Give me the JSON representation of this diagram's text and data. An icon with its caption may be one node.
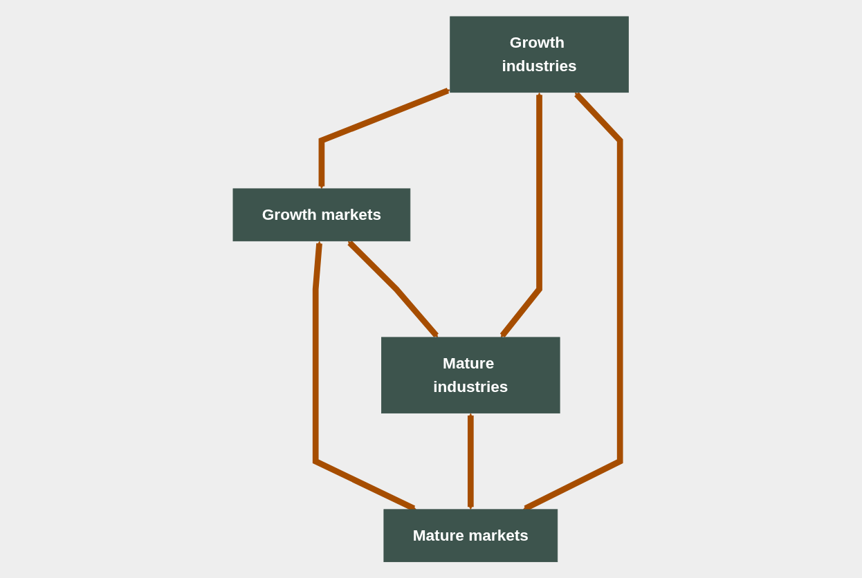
{
  "diagram": {
    "nodes": [
      {
        "text": [
          "Growth industries"
        ]
      },
      {
        "text": [
          "Growth markets"
        ]
      },
      {
        "text": [
          "Mature industries"
        ]
      },
      {
        "text": [
          "Mature markets"
        ]
      }
    ],
    "edges": [
      {
        "from": 0,
        "to": 1,
        "arrow": "both"
      },
      {
        "from": 0,
        "to": 2,
        "arrow": "both"
      },
      {
        "from": 1,
        "to": 3,
        "arrow": "both"
      },
      {
        "from": 0,
        "to": 3,
        "arrow": "both"
      },
      {
        "from": 1,
        "to": 2,
        "arrow": "both"
      },
      {
        "from": 2,
        "to": 3,
        "arrow": "both"
      }
    ]
  }
}
